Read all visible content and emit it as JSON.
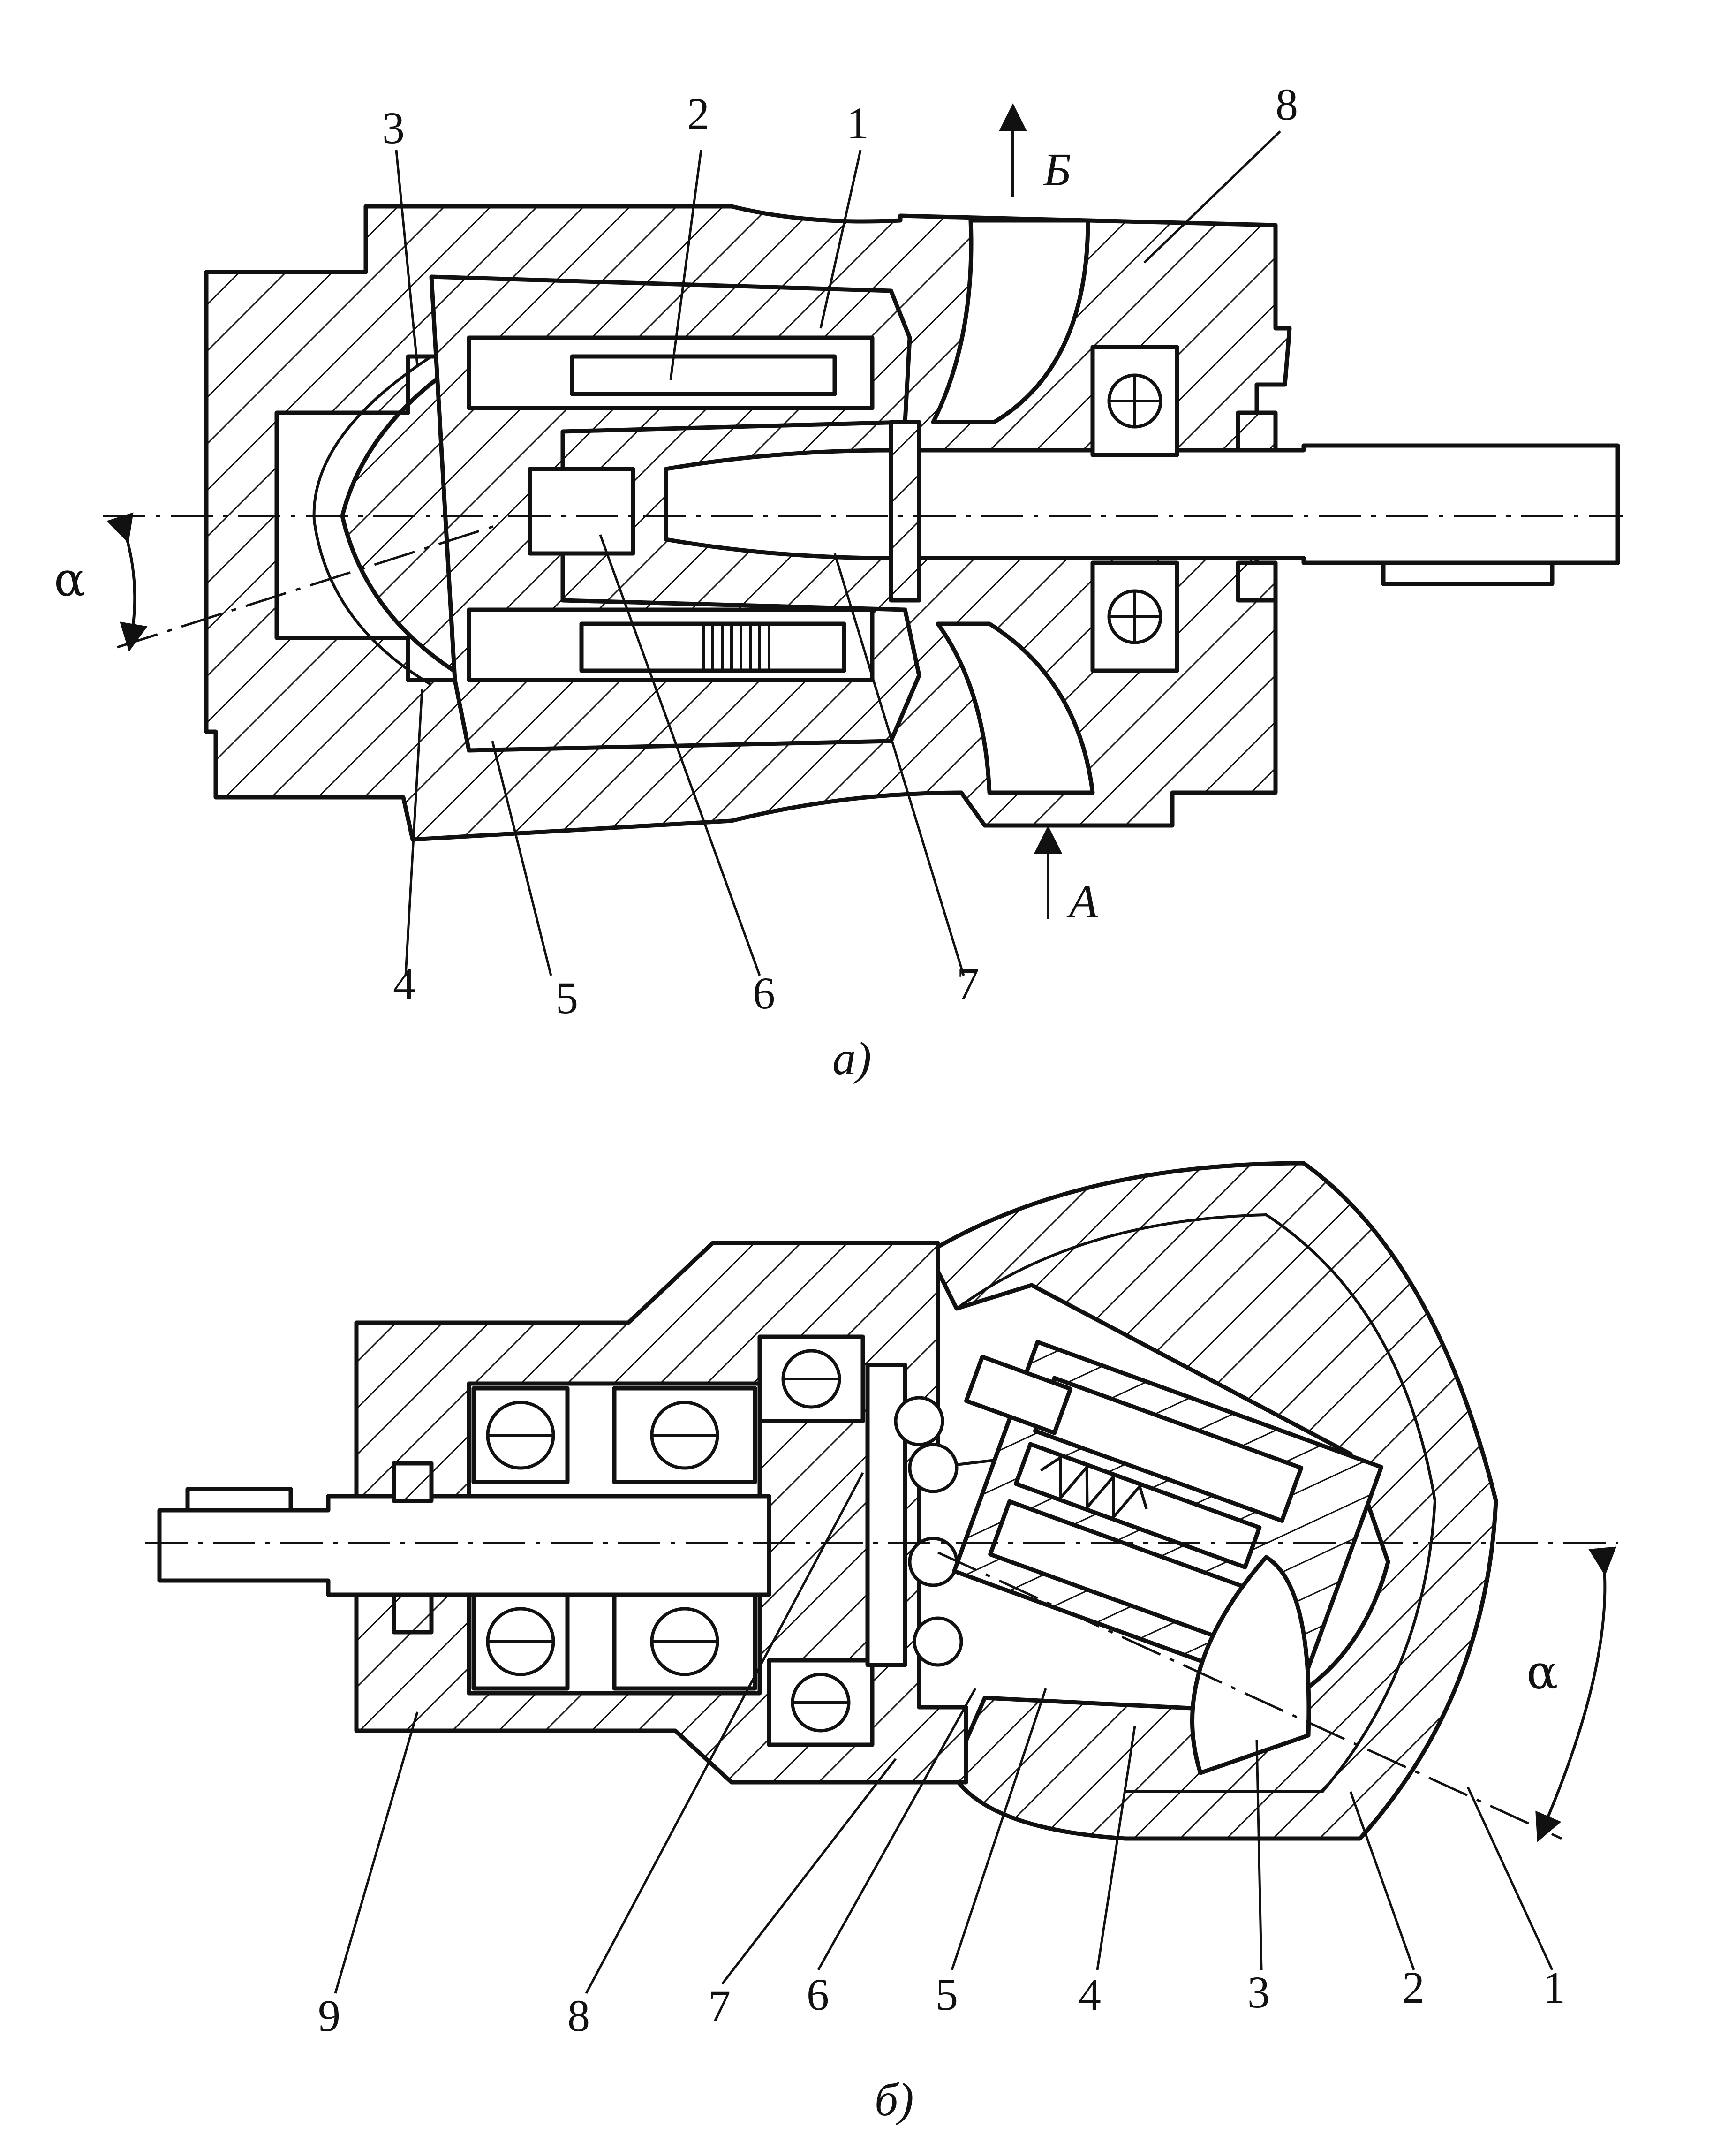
{
  "figure_a": {
    "caption": "а)",
    "callouts": [
      "1",
      "2",
      "3",
      "4",
      "5",
      "6",
      "7",
      "8"
    ],
    "angle_symbol": "α",
    "port_outlet": "Б",
    "port_inlet": "А"
  },
  "figure_b": {
    "caption": "б)",
    "callouts": [
      "1",
      "2",
      "3",
      "4",
      "5",
      "6",
      "7",
      "8",
      "9"
    ],
    "angle_symbol": "α"
  },
  "colors": {
    "ink": "#111111",
    "paper": "#ffffff"
  }
}
